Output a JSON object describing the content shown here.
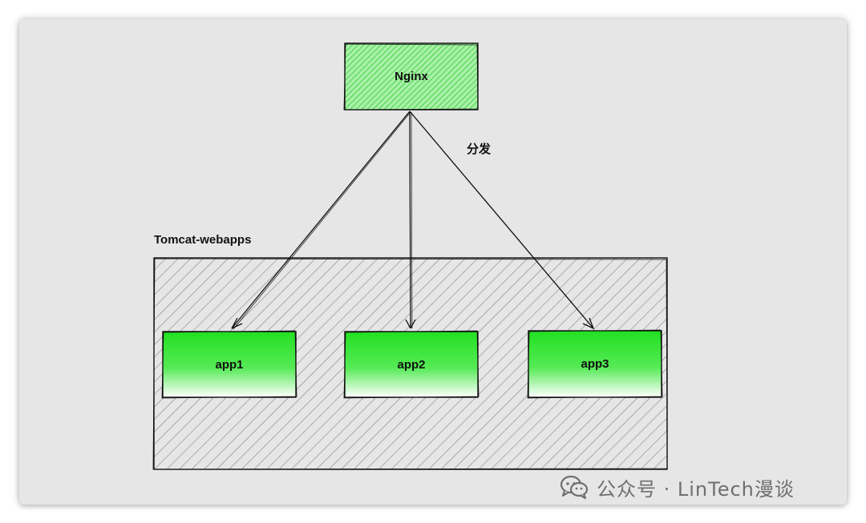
{
  "nodes": {
    "nginx": {
      "label": "Nginx"
    },
    "apps": [
      {
        "label": "app1"
      },
      {
        "label": "app2"
      },
      {
        "label": "app3"
      }
    ]
  },
  "container": {
    "label": "Tomcat-webapps"
  },
  "edge_label": "分发",
  "watermark": {
    "icon": "wechat-icon",
    "text": "公众号 · LinTech漫谈"
  },
  "colors": {
    "background": "#e6e6e6",
    "node_green": "#33dd33",
    "nginx_fill": "#7ee87e",
    "hatch": "#8a8a8a",
    "stroke": "#111111"
  }
}
